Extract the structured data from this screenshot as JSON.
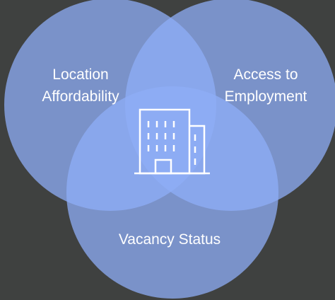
{
  "circles": [
    {
      "label": "Location\nAffordability"
    },
    {
      "label": "Access to\nEmployment"
    },
    {
      "label": "Vacancy Status"
    }
  ],
  "center_icon": "building-icon",
  "colors": {
    "background": "#3f4140",
    "circle_fill": "#8fadf7",
    "text": "#ffffff",
    "icon_stroke": "#ffffff"
  }
}
